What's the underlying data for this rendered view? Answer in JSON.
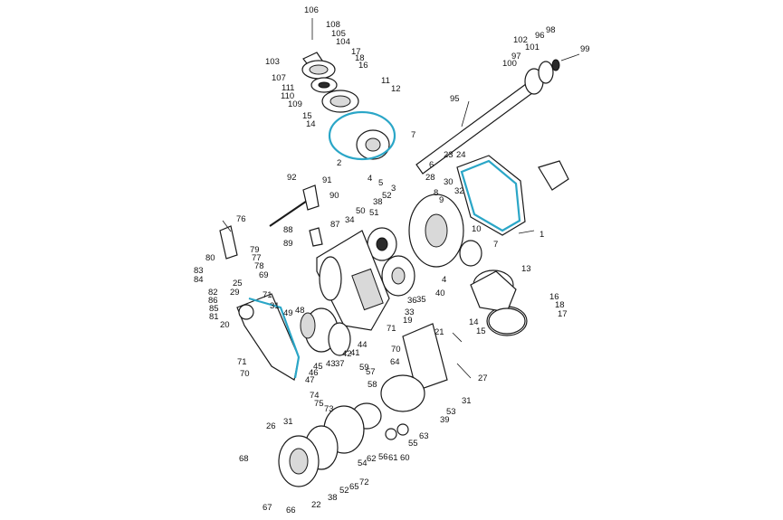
{
  "diagram": {
    "accent_color": "#2aa6c7",
    "callouts": [
      "106",
      "108",
      "105",
      "104",
      "103",
      "17",
      "18",
      "16",
      "107",
      "111",
      "110",
      "109",
      "11",
      "12",
      "15",
      "14",
      "95",
      "102",
      "101",
      "96",
      "98",
      "97",
      "100",
      "99",
      "7",
      "2",
      "6",
      "23",
      "24",
      "4",
      "28",
      "5",
      "30",
      "3",
      "32",
      "52",
      "38",
      "8",
      "9",
      "92",
      "91",
      "90",
      "76",
      "88",
      "87",
      "89",
      "34",
      "50",
      "51",
      "10",
      "1",
      "80",
      "79",
      "77",
      "78",
      "69",
      "7",
      "13",
      "83",
      "84",
      "25",
      "71",
      "82",
      "29",
      "86",
      "85",
      "81",
      "31",
      "48",
      "20",
      "49",
      "44",
      "43",
      "42",
      "41",
      "37",
      "35",
      "36",
      "40",
      "33",
      "19",
      "45",
      "46",
      "47",
      "4",
      "16",
      "18",
      "17",
      "14",
      "15",
      "71",
      "70",
      "21",
      "27",
      "71",
      "70",
      "64",
      "59",
      "57",
      "58",
      "39",
      "53",
      "31",
      "74",
      "75",
      "73",
      "26",
      "31",
      "55",
      "63",
      "56",
      "62",
      "54",
      "61",
      "60",
      "68",
      "67",
      "66",
      "22",
      "38",
      "52",
      "65",
      "72"
    ]
  }
}
